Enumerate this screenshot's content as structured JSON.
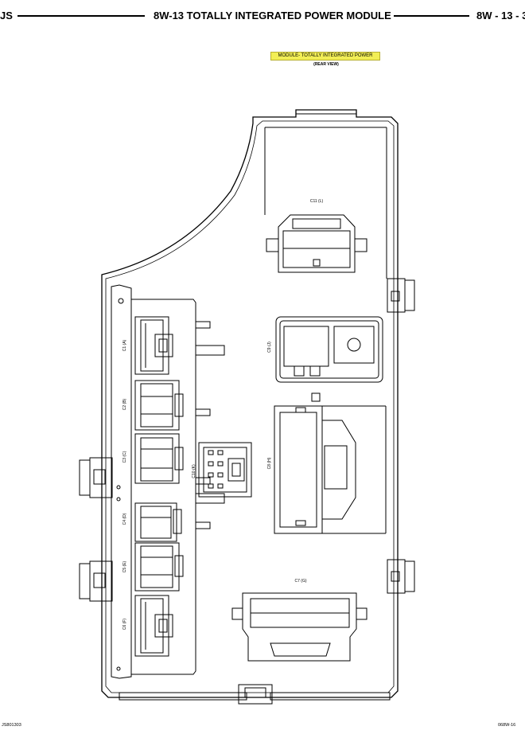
{
  "header": {
    "left": "JS",
    "title": "8W-13 TOTALLY INTEGRATED POWER MODULE",
    "page": "8W - 13 - 3"
  },
  "module_label": "MODULE- TOTALLY INTEGRATED POWER",
  "view_label": "(REAR VIEW)",
  "connectors": {
    "c1": "C1 (A)",
    "c2": "C2 (B)",
    "c3": "C3 (C)",
    "c4": "C4 (D)",
    "c5": "C5 (E)",
    "c6": "C6 (F)",
    "c7": "C7 (G)",
    "c8": "C8 (H)",
    "c9": "C9 (J)",
    "c10": "C10 (K)",
    "c11": "C11 (L)"
  },
  "footer": {
    "left": "JS801303",
    "right": "068W-16"
  }
}
